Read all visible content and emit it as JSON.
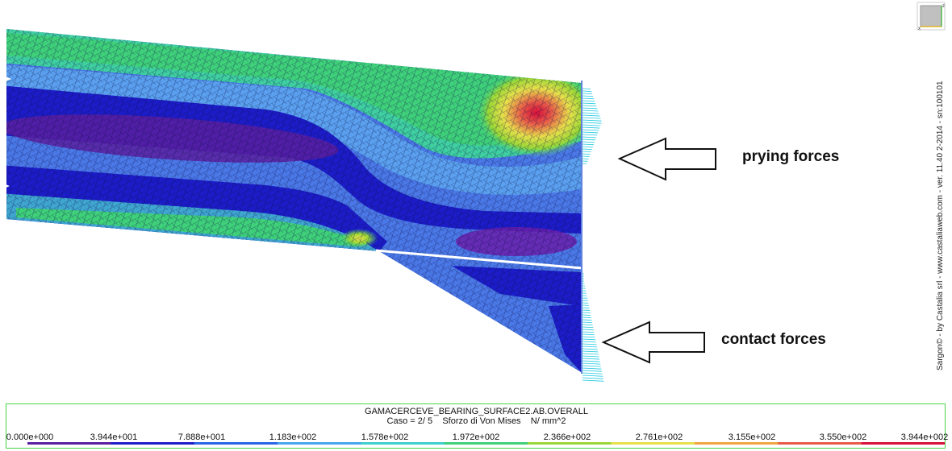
{
  "annotations": {
    "prying": "prying forces",
    "contact": "contact forces"
  },
  "credit": "Sargon© - by Castalia srl - www.castaliaweb.com - ver. 11.40 2-2014 - sn:100101",
  "view_cube": {
    "axis_x": "x",
    "axis_z": "z"
  },
  "legend": {
    "title": "GAMACERCEVE_BEARING_SURFACE2.AB.OVERALL",
    "case": "Caso = 2/ 5",
    "quantity": "Sforzo di Von Mises",
    "unit": "N/ mm^2",
    "ticks": [
      "0.000e+000",
      "3.944e+001",
      "7.888e+001",
      "1.183e+002",
      "1.578e+002",
      "1.972e+002",
      "2.366e+002",
      "2.761e+002",
      "3.155e+002",
      "3.550e+002",
      "3.944e+002"
    ],
    "tick_values": [
      0,
      39.44,
      78.88,
      118.3,
      157.8,
      197.2,
      236.6,
      276.1,
      315.5,
      355.0,
      394.4
    ],
    "colors": [
      "#5a1ea0",
      "#1c1cc8",
      "#2c64e6",
      "#47a6f0",
      "#3fcfd0",
      "#3fd07a",
      "#9ad837",
      "#e8e04a",
      "#f0a640",
      "#e85a48",
      "#d8103a"
    ]
  }
}
